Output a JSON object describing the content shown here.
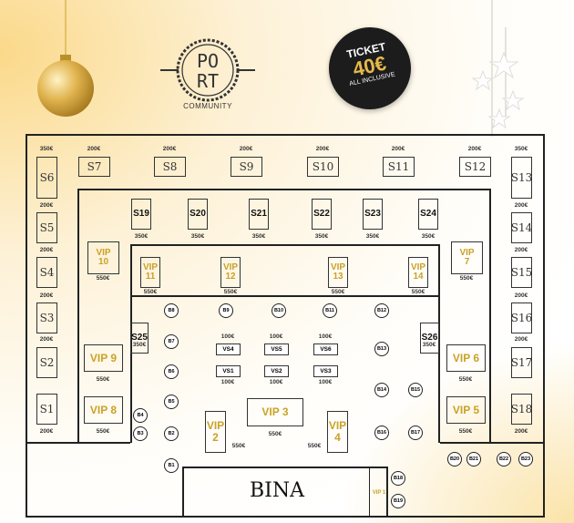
{
  "header": {
    "logo_text": "PORT",
    "logo_sub": "COMMUNITY",
    "ticket_label": "TICKET",
    "ticket_price": "40€",
    "ticket_note": "ALL INCLUSIVE"
  },
  "stage": {
    "label": "BINA",
    "vip1_label": "VIP 1"
  },
  "tables": [
    {
      "label": "S6",
      "price": "350€"
    },
    {
      "label": "S7",
      "price": "200€"
    },
    {
      "label": "S8",
      "price": "200€"
    },
    {
      "label": "S9",
      "price": "200€"
    },
    {
      "label": "S10",
      "price": "200€"
    },
    {
      "label": "S11",
      "price": "200€"
    },
    {
      "label": "S12",
      "price": "200€"
    },
    {
      "label": "S13",
      "price": "350€"
    },
    {
      "label": "S5",
      "price": "200€"
    },
    {
      "label": "S4",
      "price": "200€"
    },
    {
      "label": "S3",
      "price": "200€"
    },
    {
      "label": "S2",
      "price": "200€"
    },
    {
      "label": "S1",
      "price": "200€"
    },
    {
      "label": "S14",
      "price": "200€"
    },
    {
      "label": "S15",
      "price": "200€"
    },
    {
      "label": "S16",
      "price": "200€"
    },
    {
      "label": "S17",
      "price": "200€"
    },
    {
      "label": "S18",
      "price": "200€"
    },
    {
      "label": "S19",
      "price": "350€"
    },
    {
      "label": "S20",
      "price": "350€"
    },
    {
      "label": "S21",
      "price": "350€"
    },
    {
      "label": "S22",
      "price": "350€"
    },
    {
      "label": "S23",
      "price": "350€"
    },
    {
      "label": "S24",
      "price": "350€"
    },
    {
      "label": "S25",
      "price": "350€"
    },
    {
      "label": "S26",
      "price": "350€"
    },
    {
      "label": "VIP 10",
      "price": "550€"
    },
    {
      "label": "VIP 7",
      "price": "550€"
    },
    {
      "label": "VIP 11",
      "price": "550€"
    },
    {
      "label": "VIP 12",
      "price": "550€"
    },
    {
      "label": "VIP 13",
      "price": "550€"
    },
    {
      "label": "VIP 14",
      "price": "550€"
    },
    {
      "label": "VIP 9",
      "price": "550€"
    },
    {
      "label": "VIP 8",
      "price": "550€"
    },
    {
      "label": "VIP 6",
      "price": "550€"
    },
    {
      "label": "VIP 5",
      "price": "550€"
    },
    {
      "label": "VIP 3",
      "price": "550€"
    },
    {
      "label": "VIP 2",
      "price": "550€"
    },
    {
      "label": "VIP 4",
      "price": "550€"
    },
    {
      "label": "VS4",
      "price": "100€"
    },
    {
      "label": "VS5",
      "price": "100€"
    },
    {
      "label": "VS6",
      "price": "100€"
    },
    {
      "label": "VS1",
      "price": "100€"
    },
    {
      "label": "VS2",
      "price": "100€"
    },
    {
      "label": "VS3",
      "price": "100€"
    }
  ],
  "bars": [
    "B1",
    "B2",
    "B3",
    "B4",
    "B5",
    "B6",
    "B7",
    "B8",
    "B9",
    "B10",
    "B11",
    "B12",
    "B13",
    "B14",
    "B15",
    "B16",
    "B17",
    "B18",
    "B19",
    "B20",
    "B21",
    "B22",
    "B23"
  ]
}
